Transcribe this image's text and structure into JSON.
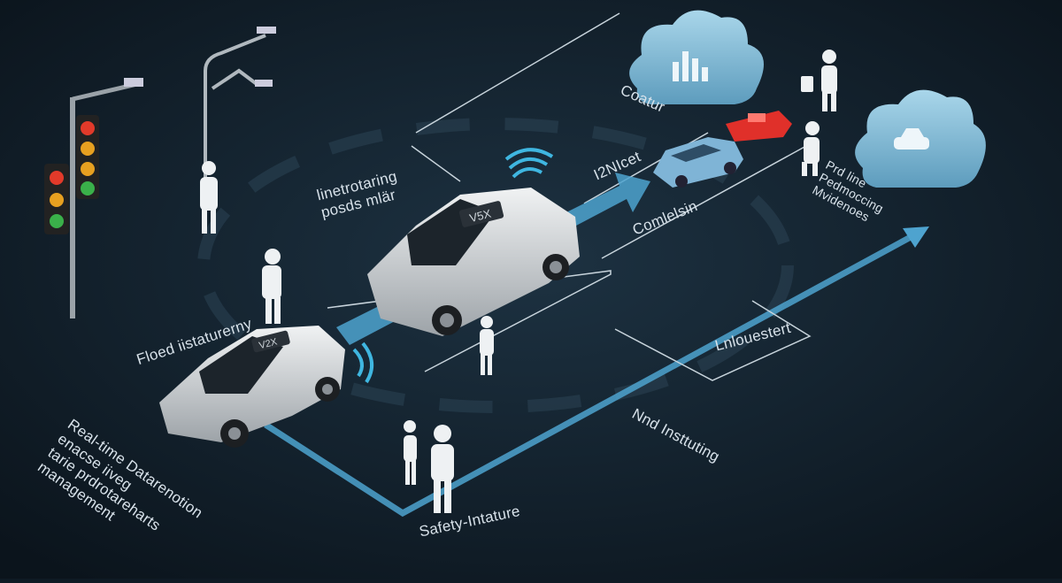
{
  "labels": {
    "cloud_top": "Coatur",
    "monitoring": "linetrotaring\nposds mlär",
    "v2x_arrow": "I2NIcet",
    "connection": "Comlelsin",
    "prediction": "Prd line\nPedmoccing\nMvidenoes",
    "fleet": "Floed iistaturerny",
    "realtime": "Real-time Datarenotion\nenacse iiveg\ntarie prdrotareharts\nmanagement",
    "infrastructure_box": "Lnlouestert",
    "wind": "Nnd Insttuting",
    "safety": "Safety-Intature"
  },
  "car_roof": {
    "main": "V5X",
    "front": "V2X"
  },
  "colors": {
    "background": "#0f1a24",
    "accent": "#5fb0d8",
    "cloud": "#8cc4df",
    "alert_car": "#e0302a",
    "car": "#d6dadd"
  }
}
